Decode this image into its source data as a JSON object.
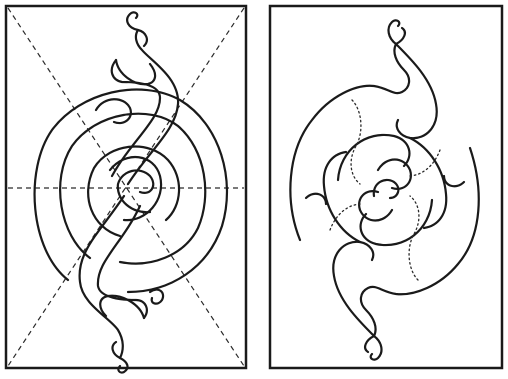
{
  "figure": {
    "panels": [
      {
        "id": "left",
        "kind": "construction"
      },
      {
        "id": "right",
        "kind": "completed"
      }
    ],
    "colors": {
      "ink": "#1a1a1a",
      "paper": "#ffffff",
      "guide": "#2a2a2a"
    },
    "line_styles": {
      "guide": "dashed",
      "inner_detail": "dotted"
    }
  }
}
